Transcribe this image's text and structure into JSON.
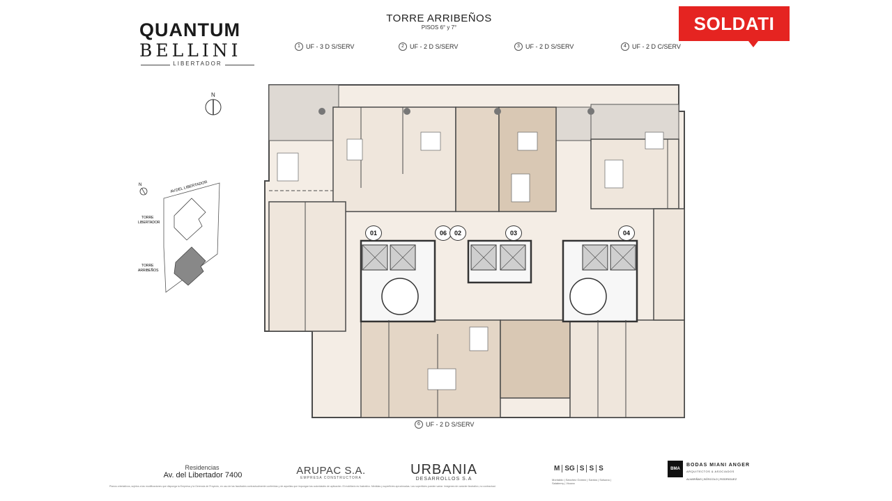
{
  "header": {
    "brand_line1": "QUANTUM",
    "brand_line2": "BELLINI",
    "brand_sub": "LIBERTADOR",
    "tower_title": "TORRE  ARRIBEÑOS",
    "floors": "PISOS 6° y 7°",
    "legend": [
      {
        "num": "1",
        "label": "UF - 3 D S/SERV"
      },
      {
        "num": "2",
        "label": "UF - 2 D S/SERV"
      },
      {
        "num": "3",
        "label": "UF - 2 D S/SERV"
      },
      {
        "num": "4",
        "label": "UF - 2 D C/SERV"
      }
    ],
    "agency": "SOLDATI"
  },
  "siteplan": {
    "compass": "N",
    "street": "AV.DEL LIBERTADOR",
    "tower1": "TORRE\nLIBERTADOR",
    "tower2": "TORRE\nARRIBEÑOS"
  },
  "plan": {
    "compass": "N",
    "units": [
      "01",
      "06",
      "02",
      "03",
      "04"
    ],
    "bottom_legend": {
      "num": "6",
      "label": "UF - 2 D S/SERV"
    }
  },
  "footer": {
    "residencias": "Residencias",
    "address": "Av. del Libertador  7400",
    "arupac": "ARUPAC S.A.",
    "arupac_sub": "EMPRESA CONSTRUCTORA",
    "urbania": "URBANIA",
    "urbania_sub": "DESARROLLOS  S.A",
    "msg": [
      "M",
      "SG",
      "S",
      "S",
      "S"
    ],
    "msg_sub": "Montaldo | Sánchez Gómez | Santos | Solsona | Salaberry | Vicuna",
    "bma_logo": "BMA",
    "bma_name": "BODAS MIANI ANGER",
    "bma_sub": "ARQUITECTOS & ASOCIADOS",
    "bma_sub2": "ALVARIÑAS | BÓSCOLO | RODRIGUEZ",
    "disclaimer": "Planos orientativos, sujetos a las modificaciones que disponga la Empresa y la Gerencia de Proyecto, en uso de las facultades contractualmente conferidas y de aquellas que impongan las autoridades de aplicación. El mobiliario es ilustrativo. Medidas y superficies aproximadas. Las superficies pueden variar. Imágenes de carácter ilustrativo, no contractual."
  },
  "colors": {
    "brand_red": "#e52421",
    "unit_fill_light": "#efe6dc",
    "unit_fill_mid": "#e4d6c6",
    "unit_fill_dark": "#d9c8b4",
    "wall": "#4a4a4a"
  }
}
